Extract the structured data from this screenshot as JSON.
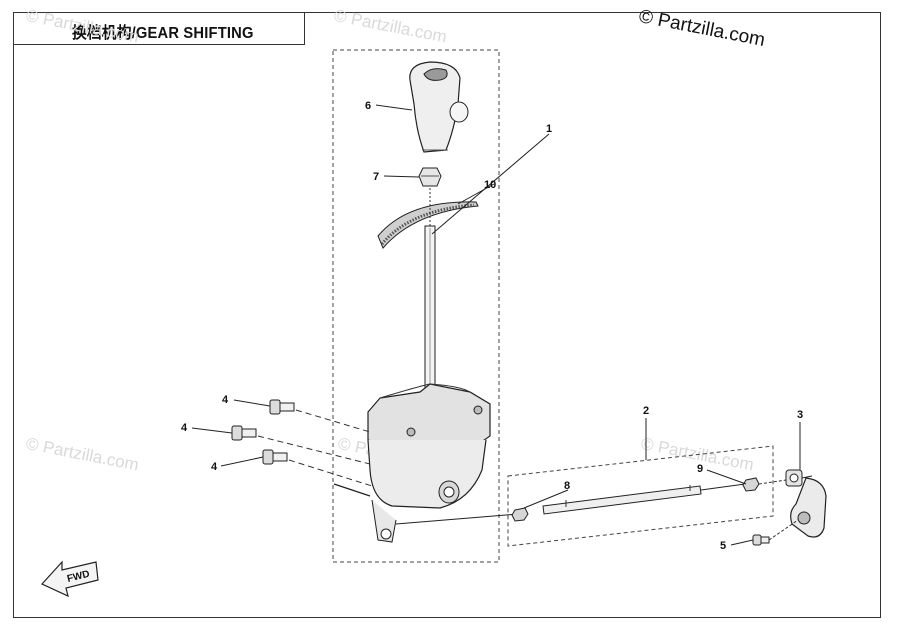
{
  "title": "换档机构/GEAR SHIFTING",
  "copyright": "© Partzilla.com",
  "watermark": "© Partzilla.com",
  "fwd_label": "FWD",
  "callouts": {
    "c1": "1",
    "c2": "2",
    "c3": "3",
    "c4a": "4",
    "c4b": "4",
    "c4c": "4",
    "c5": "5",
    "c6": "6",
    "c7": "7",
    "c8": "8",
    "c9": "9",
    "c10": "10"
  }
}
